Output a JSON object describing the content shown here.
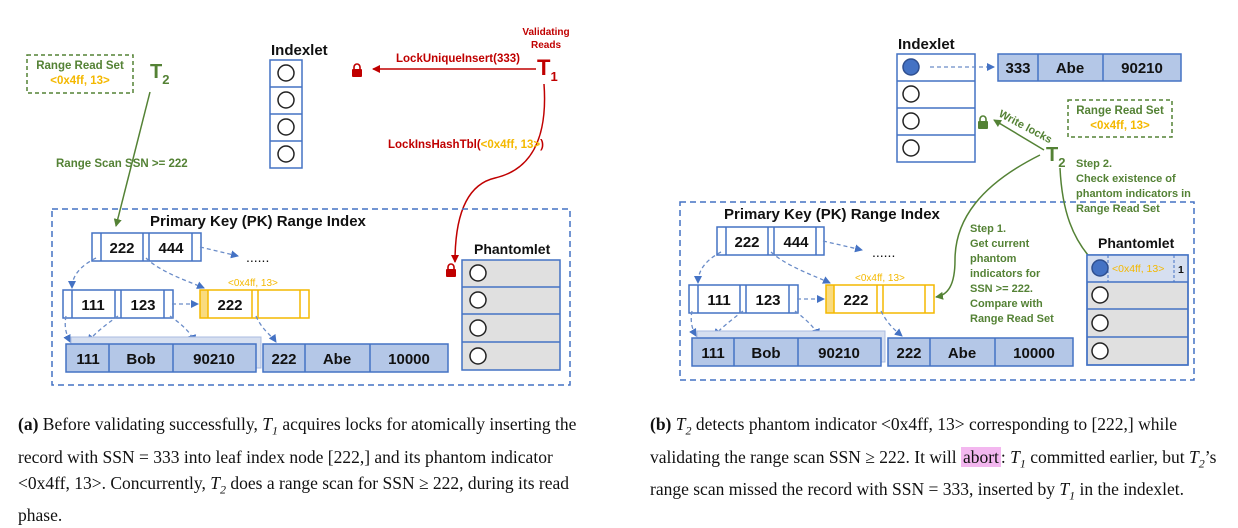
{
  "a": {
    "range_read_set_title": "Range Read Set",
    "range_read_set_value": "<0x4ff, 13>",
    "t2": "T",
    "t2_sub": "2",
    "t1": "T",
    "t1_sub": "1",
    "validating": "Validating",
    "reads": "Reads",
    "indexlet_title": "Indexlet",
    "lock_unique_insert": "LockUniqueInsert(333)",
    "lock_ins_prefix": "LockInsHashTbl(",
    "lock_ins_value": "<0x4ff, 13>",
    "lock_ins_suffix": ")",
    "range_scan": "Range Scan   SSN >= 222",
    "pk_title": "Primary Key (PK) Range Index",
    "root_keys": [
      "222",
      "444"
    ],
    "ellipsis": "......",
    "leaf1_keys": [
      "111",
      "123"
    ],
    "leaf2_key": "222",
    "phantom_label": "<0x4ff, 13>",
    "record1": [
      "111",
      "Bob",
      "90210"
    ],
    "record2": [
      "222",
      "Abe",
      "10000"
    ],
    "phantomlet_title": "Phantomlet"
  },
  "b": {
    "indexlet_title": "Indexlet",
    "record_new": [
      "333",
      "Abe",
      "90210"
    ],
    "write_locks": "Write locks",
    "range_read_set_title": "Range Read Set",
    "range_read_set_value": "<0x4ff, 13>",
    "t2": "T",
    "t2_sub": "2",
    "step2": [
      "Step 2.",
      "Check existence of",
      "phantom indicators in",
      "Range Read Set"
    ],
    "pk_title": "Primary Key (PK) Range Index",
    "step1": [
      "Step 1.",
      "Get current",
      "phantom",
      "indicators for",
      "SSN >= 222.",
      "Compare with",
      "Range Read Set"
    ],
    "phantomlet_title": "Phantomlet",
    "phantom_entry": "<0x4ff, 13>",
    "phantom_count": "1",
    "root_keys": [
      "222",
      "444"
    ],
    "ellipsis": "......",
    "leaf1_keys": [
      "111",
      "123"
    ],
    "leaf2_key": "222",
    "phantom_label": "<0x4ff, 13>",
    "record1": [
      "111",
      "Bob",
      "90210"
    ],
    "record2": [
      "222",
      "Abe",
      "10000"
    ]
  },
  "caption_a": {
    "label": "(a)",
    "t1_1": "T",
    "t1_1_sub": "1",
    "text1": " Before validating successfully, ",
    "text2": " acquires locks for atomically inserting the record with SSN = 333 into leaf index node [222,] and its phantom indicator <0x4ff, 13>. Concurrently, ",
    "t2": "T",
    "t2_sub": "2",
    "text3": " does a range scan for SSN ≥ 222, during its read phase."
  },
  "caption_b": {
    "label": "(b)",
    "t2a": "T",
    "t2a_sub": "2",
    "text1": " detects phantom indicator <0x4ff, 13> corresponding to [222,] while validating the range scan SSN ≥ 222. It will ",
    "abort": "abort",
    "text2": ":",
    "t1": "T",
    "t1_sub": "1",
    "text3": " committed earlier, but ",
    "t2b": "T",
    "t2b_sub": "2",
    "text4": "’s range scan missed the record with SSN = 333, inserted by ",
    "t1b": "T",
    "t1b_sub": "1",
    "text5": " in the indexlet."
  },
  "colors": {
    "blue_border": "#4472c4",
    "record_fill": "#b4c7e7",
    "dark_red": "#c00000",
    "green": "#548235",
    "orange": "#f4b800",
    "grey_fill": "#e0e0e0",
    "dash_blue": "#6a8cc8"
  }
}
